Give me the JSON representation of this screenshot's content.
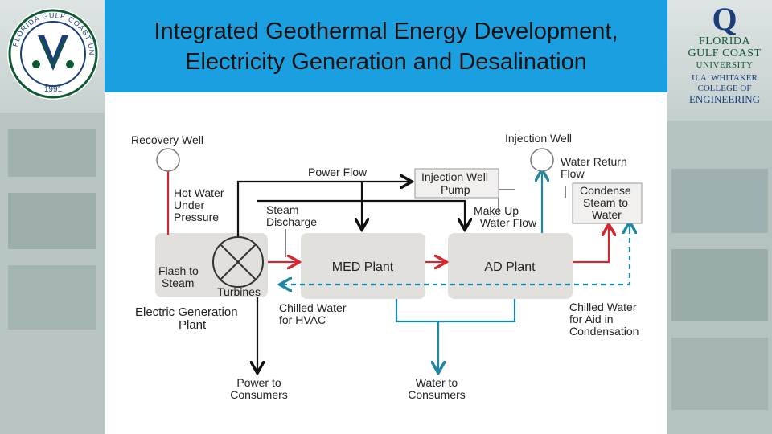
{
  "title": {
    "line1": "Integrated Geothermal Energy Development,",
    "line2": "Electricity Generation and Desalination"
  },
  "seal": {
    "ring_text": "FLORIDA GULF COAST UNIVERSITY",
    "year": "1991",
    "colors": {
      "ring": "#0f5a33",
      "inner": "#1a3e7a"
    }
  },
  "logo": {
    "mark": "Q",
    "university": [
      "FLORIDA",
      "GULF COAST",
      "UNIVERSITY"
    ],
    "college": [
      "U.A. WHITAKER",
      "COLLEGE OF"
    ],
    "school": "ENGINEERING"
  },
  "diagram": {
    "colors": {
      "red": "#d8262e",
      "black": "#111111",
      "blue": "#1d87a6",
      "box": "#e2e0dd"
    },
    "nodes": {
      "med_plant": "MED Plant",
      "ad_plant": "AD Plant"
    },
    "labels": {
      "recovery_well": "Recovery Well",
      "injection_well": "Injection Well",
      "power_flow": "Power Flow",
      "injection_pump": [
        "Injection Well",
        "Pump"
      ],
      "water_return": [
        "Water Return",
        "Flow"
      ],
      "condense": [
        "Condense",
        "Steam to",
        "Water"
      ],
      "hot_water": [
        "Hot Water",
        "Under",
        "Pressure"
      ],
      "steam_discharge": [
        "Steam",
        "Discharge"
      ],
      "make_up": [
        "Make Up",
        "Water Flow"
      ],
      "flash": [
        "Flash to",
        "Steam"
      ],
      "turbines": "Turbines",
      "electric_gen": [
        "Electric Generation",
        "Plant"
      ],
      "chilled_hvac": [
        "Chilled Water",
        "for HVAC"
      ],
      "chilled_aid": [
        "Chilled Water",
        "for Aid in",
        "Condensation"
      ],
      "power_consumers": [
        "Power to",
        "Consumers"
      ],
      "water_consumers": [
        "Water to",
        "Consumers"
      ]
    }
  }
}
